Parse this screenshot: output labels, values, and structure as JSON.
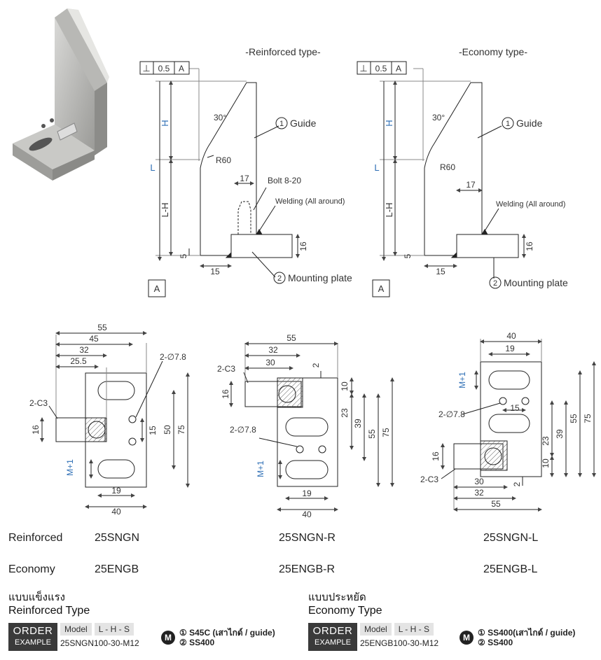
{
  "drawings": {
    "reinforced_side": {
      "title": "-Reinforced type-",
      "tolerance": {
        "symbol": "⊥",
        "value": "0.5",
        "datum": "A"
      },
      "datum": "A",
      "dims": {
        "L": "L",
        "H": "H",
        "LH": "L-H",
        "angle": "30°",
        "radius": "R60",
        "d17": "17",
        "d16": "16",
        "d5": "5",
        "d15": "15"
      },
      "bolt": "Bolt 8-20",
      "welding": "Welding (All around)",
      "part1": {
        "num": "1",
        "label": "Guide"
      },
      "part2": {
        "num": "2",
        "label": "Mounting plate"
      }
    },
    "economy_side": {
      "title": "-Economy type-",
      "tolerance": {
        "symbol": "⊥",
        "value": "0.5",
        "datum": "A"
      },
      "datum": "A",
      "dims": {
        "L": "L",
        "H": "H",
        "LH": "L-H",
        "angle": "30°",
        "radius": "R60",
        "d17": "17",
        "d16": "16",
        "d5": "5",
        "d15": "15"
      },
      "welding": "Welding (All around)",
      "part1": {
        "num": "1",
        "label": "Guide"
      },
      "part2": {
        "num": "2",
        "label": "Mounting plate"
      }
    },
    "plan_std": {
      "dims": {
        "d55": "55",
        "d45": "45",
        "d32": "32",
        "d255": "25.5",
        "holes": "2-∅7.8",
        "chamfer": "2-C3",
        "d16": "16",
        "d15": "15",
        "d50": "50",
        "d75": "75",
        "M": "M+1",
        "d19": "19",
        "d40": "40"
      }
    },
    "plan_r": {
      "dims": {
        "d55": "55",
        "d32": "32",
        "d30": "30",
        "chamfer": "2-C3",
        "d2": "2",
        "d16": "16",
        "d10": "10",
        "d23": "23",
        "d39": "39",
        "d55v": "55",
        "d75": "75",
        "holes": "2-∅7.8",
        "M": "M+1",
        "d19": "19",
        "d40": "40"
      }
    },
    "plan_l": {
      "dims": {
        "d40": "40",
        "d19": "19",
        "M": "M+1",
        "holes": "2-∅7.8",
        "d15": "15",
        "d55v": "55",
        "d75": "75",
        "d23": "23",
        "d39": "39",
        "d16": "16",
        "d10": "10",
        "chamfer": "2-C3",
        "d30": "30",
        "d2": "2",
        "d32": "32",
        "d55": "55"
      }
    }
  },
  "models": {
    "reinforced": {
      "label": "Reinforced",
      "std": "25SNGN",
      "r": "25SNGN-R",
      "l": "25SNGN-L"
    },
    "economy": {
      "label": "Economy",
      "std": "25ENGB",
      "r": "25ENGB-R",
      "l": "25ENGB-L"
    }
  },
  "order": {
    "reinforced": {
      "thai": "แบบแข็งแรง",
      "type": "Reinforced Type",
      "badge1": "ORDER",
      "badge2": "EXAMPLE",
      "model": "Model",
      "params": [
        "L",
        "H",
        "S"
      ],
      "example": "25SNGN100-30-M12",
      "m": "M",
      "mat1": "① S45C (เสาไกด์ / guide)",
      "mat2": "② SS400"
    },
    "economy": {
      "thai": "แบบประหยัด",
      "type": "Economy Type",
      "badge1": "ORDER",
      "badge2": "EXAMPLE",
      "model": "Model",
      "params": [
        "L",
        "H",
        "S"
      ],
      "example": "25ENGB100-30-M12",
      "m": "M",
      "mat1": "① SS400(เสาไกด์ / guide)",
      "mat2": "② SS400"
    }
  }
}
